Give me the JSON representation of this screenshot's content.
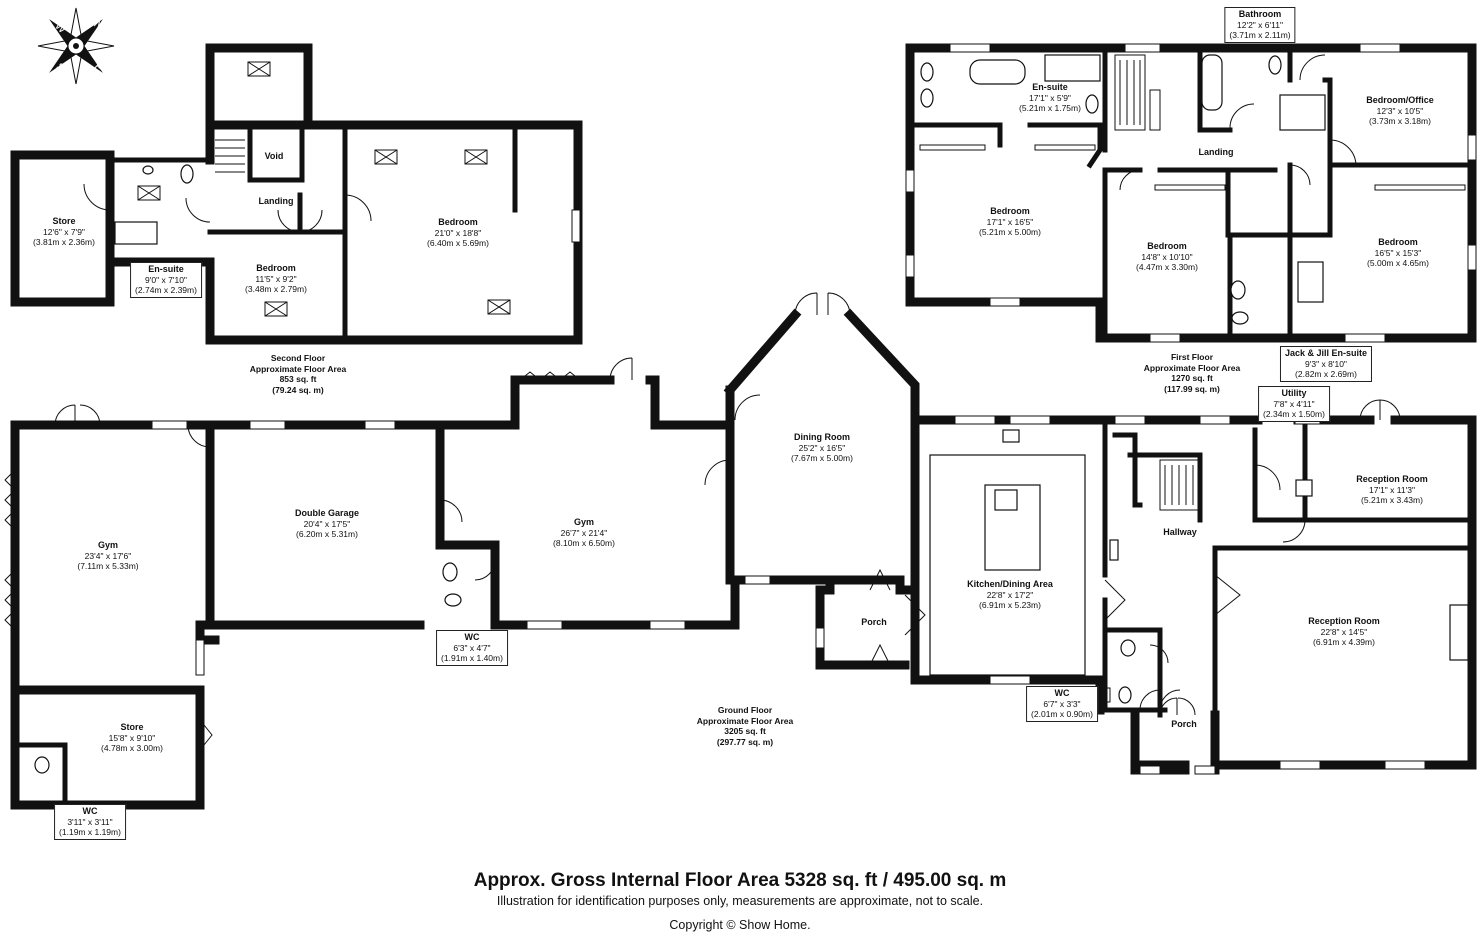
{
  "compass": {
    "letters": {
      "n": "N",
      "e": "E",
      "s": "S",
      "w": "W"
    }
  },
  "floors": {
    "second": {
      "name": "Second Floor",
      "area_title": "Approximate Floor Area",
      "sqft": "853 sq. ft",
      "sqm": "(79.24 sq. m)"
    },
    "first": {
      "name": "First Floor",
      "area_title": "Approximate Floor Area",
      "sqft": "1270 sq. ft",
      "sqm": "(117.99 sq. m)"
    },
    "ground": {
      "name": "Ground Floor",
      "area_title": "Approximate Floor Area",
      "sqft": "3205 sq. ft",
      "sqm": "(297.77 sq. m)"
    }
  },
  "rooms": {
    "store_2f": {
      "name": "Store",
      "imperial": "12'6\" x 7'9\"",
      "metric": "(3.81m x 2.36m)"
    },
    "ensuite_2f": {
      "name": "En-suite",
      "imperial": "9'0\" x 7'10\"",
      "metric": "(2.74m x 2.39m)"
    },
    "void": {
      "name": "Void"
    },
    "landing_2f": {
      "name": "Landing"
    },
    "bedroom_2f_small": {
      "name": "Bedroom",
      "imperial": "11'5\" x 9'2\"",
      "metric": "(3.48m x 2.79m)"
    },
    "bedroom_2f_large": {
      "name": "Bedroom",
      "imperial": "21'0\" x 18'8\"",
      "metric": "(6.40m x 5.69m)"
    },
    "bathroom_1f": {
      "name": "Bathroom",
      "imperial": "12'2\" x 6'11\"",
      "metric": "(3.71m x 2.11m)"
    },
    "ensuite_1f": {
      "name": "En-suite",
      "imperial": "17'1\" x 5'9\"",
      "metric": "(5.21m x 1.75m)"
    },
    "bedroom_office": {
      "name": "Bedroom/Office",
      "imperial": "12'3\" x 10'5\"",
      "metric": "(3.73m x 3.18m)"
    },
    "landing_1f": {
      "name": "Landing"
    },
    "bedroom_1f_a": {
      "name": "Bedroom",
      "imperial": "17'1\" x 16'5\"",
      "metric": "(5.21m x 5.00m)"
    },
    "bedroom_1f_b": {
      "name": "Bedroom",
      "imperial": "14'8\" x 10'10\"",
      "metric": "(4.47m x 3.30m)"
    },
    "bedroom_1f_c": {
      "name": "Bedroom",
      "imperial": "16'5\" x 15'3\"",
      "metric": "(5.00m x 4.65m)"
    },
    "jack_jill": {
      "name": "Jack & Jill En-suite",
      "imperial": "9'3\" x 8'10\"",
      "metric": "(2.82m x 2.69m)"
    },
    "gym_west": {
      "name": "Gym",
      "imperial": "23'4\" x 17'6\"",
      "metric": "(7.11m x 5.33m)"
    },
    "double_garage": {
      "name": "Double Garage",
      "imperial": "20'4\" x 17'5\"",
      "metric": "(6.20m x 5.31m)"
    },
    "gym_mid": {
      "name": "Gym",
      "imperial": "26'7\" x 21'4\"",
      "metric": "(8.10m x 6.50m)"
    },
    "wc_gym": {
      "name": "WC",
      "imperial": "6'3\" x 4'7\"",
      "metric": "(1.91m x 1.40m)"
    },
    "dining_room": {
      "name": "Dining Room",
      "imperial": "25'2\" x 16'5\"",
      "metric": "(7.67m x 5.00m)"
    },
    "porch_west": {
      "name": "Porch"
    },
    "kitchen": {
      "name": "Kitchen/Dining Area",
      "imperial": "22'8\" x 17'2\"",
      "metric": "(6.91m x 5.23m)"
    },
    "utility": {
      "name": "Utility",
      "imperial": "7'8\" x 4'11\"",
      "metric": "(2.34m x 1.50m)"
    },
    "reception_small": {
      "name": "Reception Room",
      "imperial": "17'1\" x 11'3\"",
      "metric": "(5.21m x 3.43m)"
    },
    "hallway": {
      "name": "Hallway"
    },
    "reception_large": {
      "name": "Reception Room",
      "imperial": "22'8\" x 14'5\"",
      "metric": "(6.91m x 4.39m)"
    },
    "wc_kitchen": {
      "name": "WC",
      "imperial": "6'7\" x 3'3\"",
      "metric": "(2.01m x 0.90m)"
    },
    "porch_east": {
      "name": "Porch"
    },
    "store_gf": {
      "name": "Store",
      "imperial": "15'8\" x 9'10\"",
      "metric": "(4.78m x 3.00m)"
    },
    "wc_store": {
      "name": "WC",
      "imperial": "3'11\" x 3'11\"",
      "metric": "(1.19m x 1.19m)"
    }
  },
  "footer": {
    "title": "Approx. Gross Internal Floor Area 5328 sq. ft / 495.00 sq. m",
    "note": "Illustration for identification purposes only, measurements are approximate, not to scale.",
    "copyright": "Copyright © Show Home."
  }
}
